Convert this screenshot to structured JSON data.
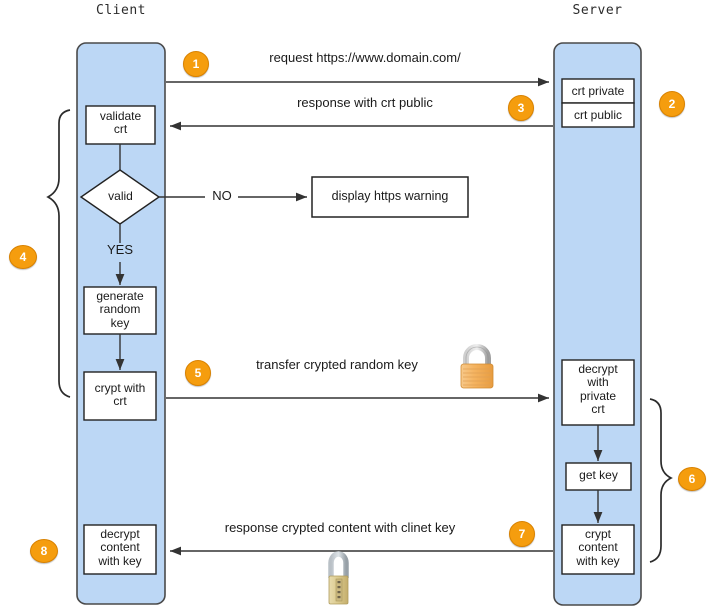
{
  "diagram": {
    "title_client": "Client",
    "title_server": "Server",
    "accent_color": "#f59d0e",
    "lifeline_fill": "#bcd7f5",
    "lifeline_stroke": "#4a4a4a"
  },
  "actors": [
    {
      "name": "client",
      "label": "Client"
    },
    {
      "name": "server",
      "label": "Server"
    }
  ],
  "client_boxes": [
    {
      "name": "validate-crt",
      "label": "validate\ncrt"
    },
    {
      "name": "valid-decision",
      "label": "valid"
    },
    {
      "name": "generate-random-key",
      "label": "generate\nrandom\nkey"
    },
    {
      "name": "crypt-with-crt",
      "label": "crypt with\ncrt"
    },
    {
      "name": "decrypt-content-with-key",
      "label": "decrypt\ncontent\nwith key"
    }
  ],
  "server_boxes": [
    {
      "name": "crt-private",
      "label": "crt private"
    },
    {
      "name": "crt-public",
      "label": "crt public"
    },
    {
      "name": "decrypt-with-private-crt",
      "label": "decrypt\nwith\nprivate\ncrt"
    },
    {
      "name": "get-key",
      "label": "get key"
    },
    {
      "name": "crypt-content-with-key",
      "label": "crypt\ncontent\nwith key"
    }
  ],
  "external_boxes": [
    {
      "name": "display-https-warning",
      "label": "display https warning"
    }
  ],
  "messages": [
    {
      "name": "request",
      "label": "request https://www.domain.com/",
      "direction": "client-to-server"
    },
    {
      "name": "response-crt-public",
      "label": "response with crt public",
      "direction": "server-to-client"
    },
    {
      "name": "transfer-crypted-random-key",
      "label": "transfer crypted random key",
      "direction": "client-to-server"
    },
    {
      "name": "response-crypted-content",
      "label": "response crypted content with clinet key",
      "direction": "server-to-client"
    }
  ],
  "branch_labels": {
    "no": "NO",
    "yes": "YES"
  },
  "steps": [
    {
      "name": "step-1",
      "label": "1"
    },
    {
      "name": "step-2",
      "label": "2"
    },
    {
      "name": "step-3",
      "label": "3"
    },
    {
      "name": "step-4",
      "label": "4"
    },
    {
      "name": "step-5",
      "label": "5"
    },
    {
      "name": "step-6",
      "label": "6"
    },
    {
      "name": "step-7",
      "label": "7"
    },
    {
      "name": "step-8",
      "label": "8"
    }
  ],
  "icons": [
    {
      "name": "closed-padlock-icon",
      "state": "locked",
      "color": "#f2a64b"
    },
    {
      "name": "open-padlock-icon",
      "state": "combination",
      "color": "#ddcc92"
    }
  ]
}
